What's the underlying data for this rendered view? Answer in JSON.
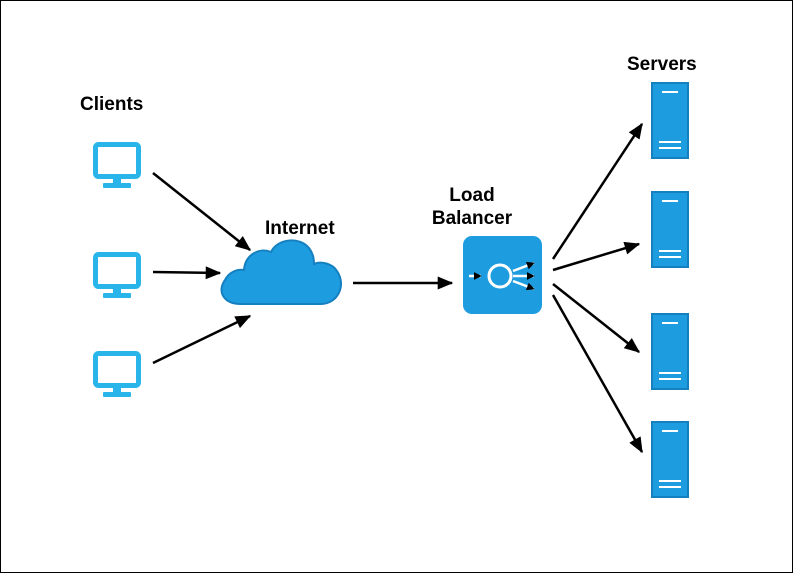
{
  "labels": {
    "clients": "Clients",
    "internet": "Internet",
    "load_balancer_line1": "Load",
    "load_balancer_line2": "Balancer",
    "servers": "Servers"
  },
  "colors": {
    "monitor": "#29b5ea",
    "blue": "#1e9ce0",
    "blue_dark": "#1580bf",
    "arrow": "#000000"
  },
  "icons": {
    "client": "monitor-icon",
    "internet": "cloud-icon",
    "load_balancer": "load-balancer-icon",
    "server": "server-icon"
  }
}
